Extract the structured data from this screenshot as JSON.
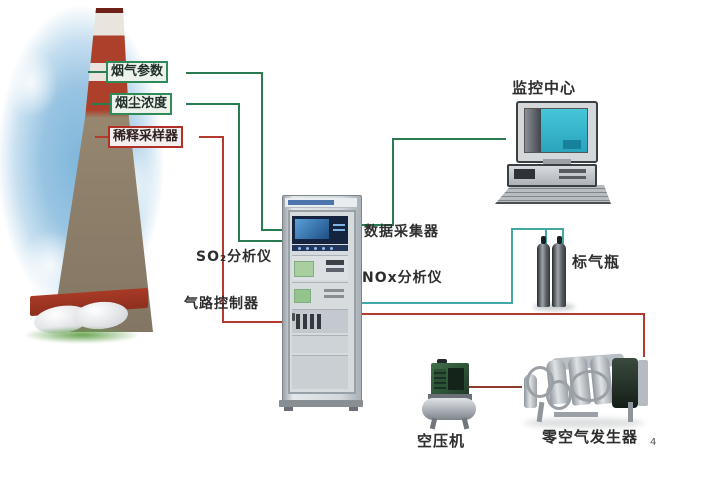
{
  "diagram": {
    "stack_labels": [
      {
        "label": "烟气参数",
        "box_color": "green"
      },
      {
        "label": "烟尘浓度",
        "box_color": "green"
      },
      {
        "label": "稀释采样器",
        "box_color": "red"
      }
    ],
    "monitoring_center_label": "监控中心",
    "data_collector_label": "数据采集器",
    "so2_analyzer_label": "SO₂分析仪",
    "nox_analyzer_label": "NOx分析仪",
    "gas_controller_label": "气路控制器",
    "gas_bottle_label": "标气瓶",
    "compressor_label": "空压机",
    "zero_air_label": "零空气发生器",
    "footnote": "4",
    "colors": {
      "signal_line_green": "#2b7b50",
      "gas_line_teal": "#43a7a5",
      "sample_line_red": "#b23a2e",
      "air_line_dark_red": "#8e3a2c",
      "green_box_border": "#2e8b57",
      "red_box_border": "#b03028"
    }
  }
}
